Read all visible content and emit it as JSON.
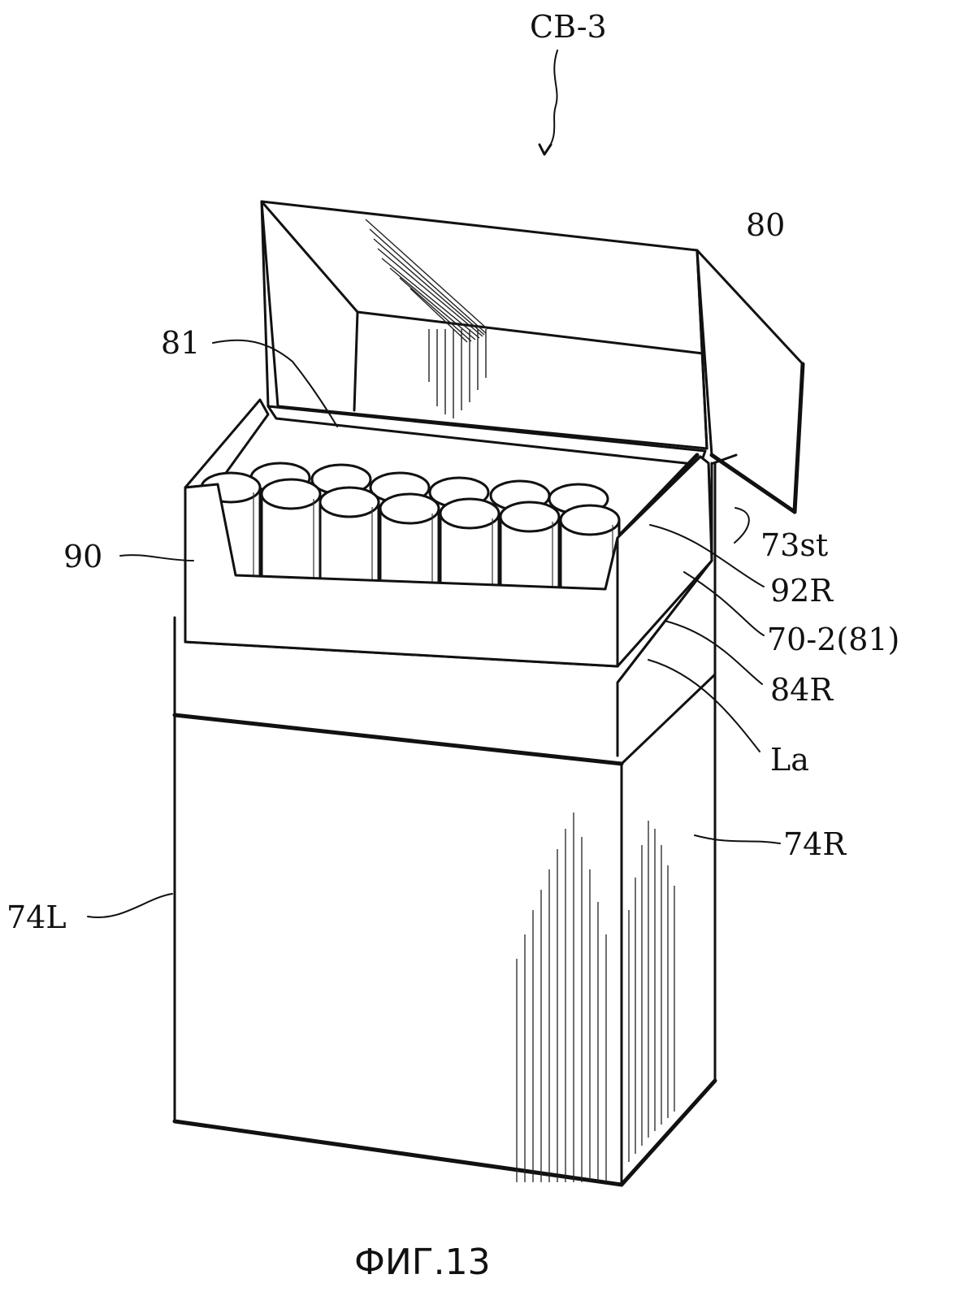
{
  "figure": {
    "caption": "ФИГ.13",
    "assembly_label": "CB-3",
    "reference_labels": {
      "lid": "80",
      "inner_frame": "81",
      "inner_pack": "90",
      "stopper": "73st",
      "right_flap": "92R",
      "flap_part": "70-2(81)",
      "lid_side_flap": "84R",
      "fold_line": "La",
      "right_side_panel": "74R",
      "left_side_panel": "74L"
    }
  }
}
